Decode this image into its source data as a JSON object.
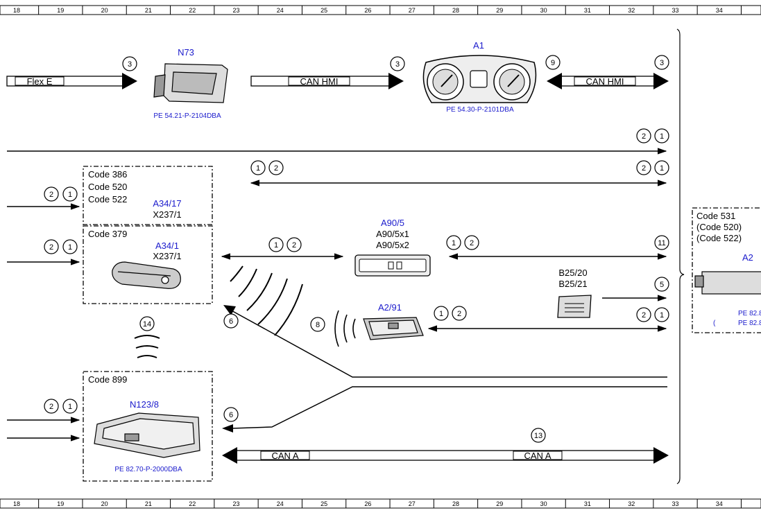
{
  "ruler": {
    "numbers": [
      "18",
      "19",
      "20",
      "21",
      "22",
      "23",
      "24",
      "25",
      "26",
      "27",
      "28",
      "29",
      "30",
      "31",
      "32",
      "33",
      "34"
    ]
  },
  "components": {
    "n73": {
      "id": "N73",
      "ref": "PE 54.21-P-2104DBA"
    },
    "a1": {
      "id": "A1",
      "ref": "PE 54.30-P-2101DBA"
    },
    "a34_17": {
      "codes": [
        "Code 386",
        "Code 520",
        "Code 522"
      ],
      "id": "A34/17",
      "sub": "X237/1"
    },
    "a34_1": {
      "code": "Code 379",
      "id": "A34/1",
      "sub": "X237/1"
    },
    "a90_5": {
      "id": "A90/5",
      "sub1": "A90/5x1",
      "sub2": "A90/5x2"
    },
    "a2_91": {
      "id": "A2/91"
    },
    "b25": {
      "line1": "B25/20",
      "line2": "B25/21"
    },
    "n123_8": {
      "code": "Code 899",
      "id": "N123/8",
      "ref": "PE 82.70-P-2000DBA"
    },
    "a2x": {
      "codes": [
        "Code 531",
        "(Code 520)",
        "(Code 522)"
      ],
      "id": "A2",
      "ref1": "PE 82.8",
      "ref2": "PE 82.8",
      "paren": "("
    }
  },
  "buses": {
    "flex_e": "Flex E",
    "can_hmi_1": "CAN HMI",
    "can_hmi_2": "CAN HMI",
    "can_a_1": "CAN A",
    "can_a_2": "CAN A"
  },
  "callouts": {
    "c3a": "3",
    "c3b": "3",
    "c9": "9",
    "c3c": "3",
    "c2a": "2",
    "c1a": "1",
    "c1b": "1",
    "c2b": "2",
    "c2c": "2",
    "c1c": "1",
    "c2d": "2",
    "c1d": "1",
    "c2e": "2",
    "c1e": "1",
    "c1f": "1",
    "c2f": "2",
    "c1g": "1",
    "c2g": "2",
    "c11": "11",
    "c5": "5",
    "c6a": "6",
    "c8": "8",
    "c1h": "1",
    "c2h": "2",
    "c2i": "2",
    "c1i": "1",
    "c14": "14",
    "c2j": "2",
    "c1j": "1",
    "c6b": "6",
    "c13": "13"
  }
}
